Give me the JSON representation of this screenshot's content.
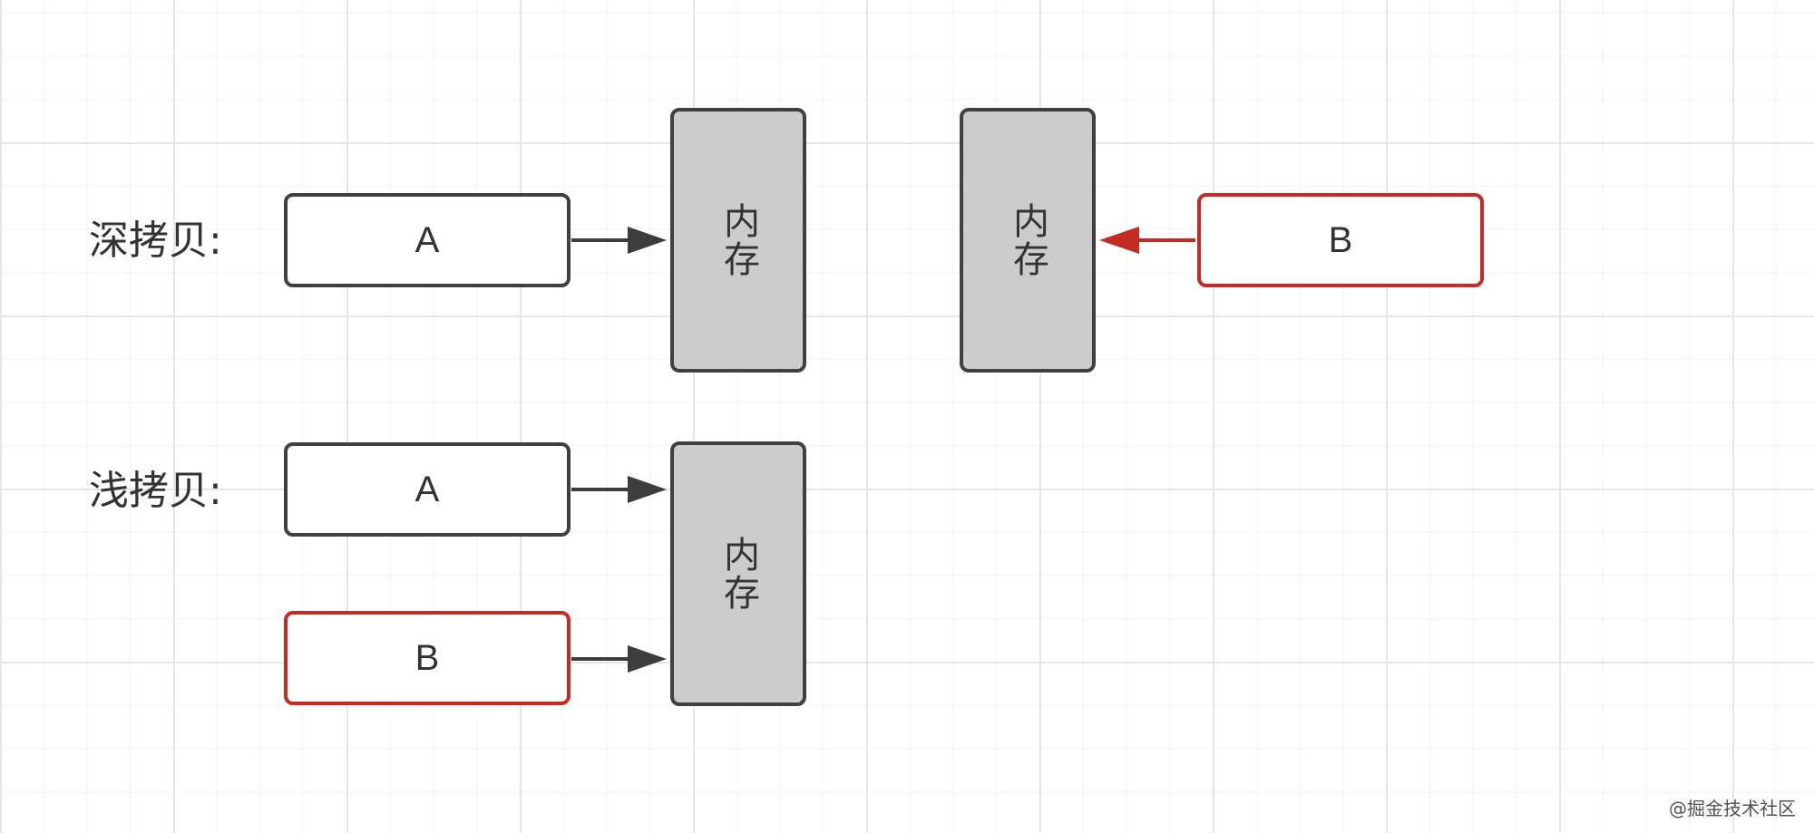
{
  "deep_copy": {
    "label": "深拷贝:",
    "box_a": "A",
    "memory_a": "内存",
    "memory_b": "内存",
    "box_b": "B"
  },
  "shallow_copy": {
    "label": "浅拷贝:",
    "box_a": "A",
    "box_b": "B",
    "memory": "内存"
  },
  "watermark": "@掘金技术社区",
  "colors": {
    "normal_border": "#404040",
    "highlight_border": "#c42b22",
    "memory_fill": "#cccccc",
    "arrow_dark": "#3d3d3d",
    "arrow_red": "#c42b22"
  }
}
